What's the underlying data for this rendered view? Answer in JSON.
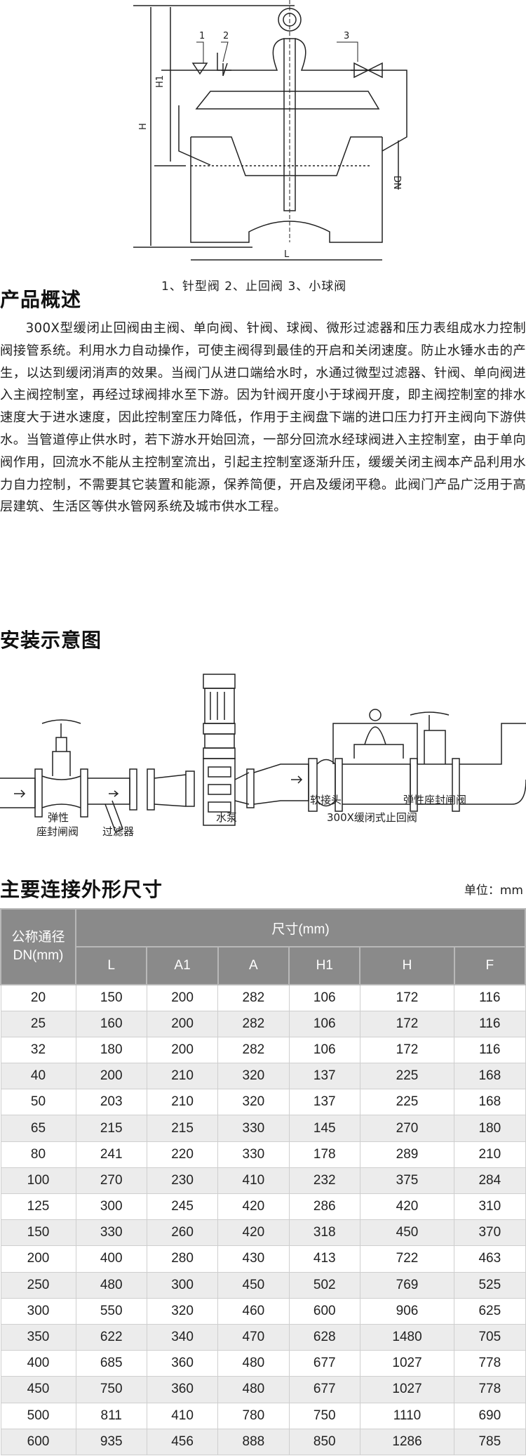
{
  "diagram": {
    "labels": {
      "n1": "1",
      "n2": "2",
      "n3": "3",
      "h1": "H1",
      "h": "H",
      "dn": "DN",
      "l": "L"
    },
    "caption": "1、针型阀 2、止回阀 3、小球阀"
  },
  "overview": {
    "title": "产品概述",
    "text": "300X型缓闭止回阀由主阀、单向阀、针阀、球阀、微形过滤器和压力表组成水力控制阀接管系统。利用水力自动操作，可使主阀得到最佳的开启和关闭速度。防止水锤水击的产生，以达到缓闭消声的效果。当阀门从进口端给水时，水通过微型过滤器、针阀、单向阀进入主阀控制室，再经过球阀排水至下游。因为针阀开度小于球阀开度，即主阀控制室的排水速度大于进水速度，因此控制室压力降低，作用于主阀盘下端的进口压力打开主阀向下游供水。当管道停止供水时，若下游水开始回流，一部分回流水经球阀进入主控制室，由于单向阀作用，回流水不能从主控制室流出，引起主控制室逐渐升压，缓缓关闭主阀本产品利用水力自力控制，不需要其它装置和能源，保养简便，开启及缓闭平稳。此阀门产品广泛用于高层建筑、生活区等供水管网系统及城市供水工程。"
  },
  "install": {
    "title": "安装示意图",
    "labels": {
      "gate1a": "弹性",
      "gate1b": "座封闸阀",
      "filter": "过滤器",
      "pump": "水泵",
      "joint": "软接头",
      "check": "300X缓闭式止回阀",
      "gate2": "弹性座封闸阀"
    }
  },
  "table": {
    "title": "主要连接外形尺寸",
    "unit": "单位：mm",
    "dn_header1": "公称通径",
    "dn_header2": "DN(mm)",
    "group_header": "尺寸(mm)",
    "columns": [
      "L",
      "A1",
      "A",
      "H1",
      "H",
      "F"
    ],
    "rows": [
      [
        "20",
        "150",
        "200",
        "282",
        "106",
        "172",
        "116"
      ],
      [
        "25",
        "160",
        "200",
        "282",
        "106",
        "172",
        "116"
      ],
      [
        "32",
        "180",
        "200",
        "282",
        "106",
        "172",
        "116"
      ],
      [
        "40",
        "200",
        "210",
        "320",
        "137",
        "225",
        "168"
      ],
      [
        "50",
        "203",
        "210",
        "320",
        "137",
        "225",
        "168"
      ],
      [
        "65",
        "215",
        "215",
        "330",
        "145",
        "270",
        "180"
      ],
      [
        "80",
        "241",
        "220",
        "330",
        "178",
        "289",
        "210"
      ],
      [
        "100",
        "270",
        "230",
        "410",
        "232",
        "375",
        "284"
      ],
      [
        "125",
        "300",
        "245",
        "420",
        "286",
        "420",
        "310"
      ],
      [
        "150",
        "330",
        "260",
        "420",
        "318",
        "450",
        "370"
      ],
      [
        "200",
        "400",
        "280",
        "430",
        "413",
        "722",
        "463"
      ],
      [
        "250",
        "480",
        "300",
        "450",
        "502",
        "769",
        "525"
      ],
      [
        "300",
        "550",
        "320",
        "460",
        "600",
        "906",
        "625"
      ],
      [
        "350",
        "622",
        "340",
        "470",
        "628",
        "1480",
        "705"
      ],
      [
        "400",
        "685",
        "360",
        "480",
        "677",
        "1027",
        "778"
      ],
      [
        "450",
        "750",
        "360",
        "480",
        "677",
        "1027",
        "778"
      ],
      [
        "500",
        "811",
        "410",
        "780",
        "750",
        "1110",
        "690"
      ],
      [
        "600",
        "935",
        "456",
        "888",
        "850",
        "1286",
        "785"
      ]
    ]
  }
}
